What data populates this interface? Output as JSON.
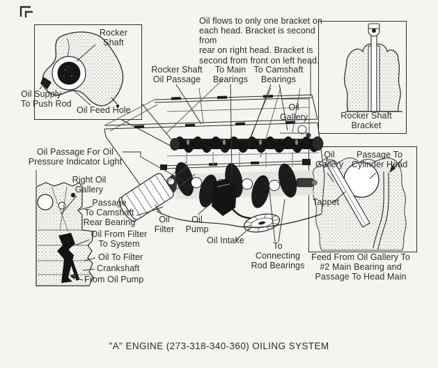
{
  "colors": {
    "paper": "#f4f4f1",
    "ink": "#2b2b2b"
  },
  "note": {
    "text": "Oil flows to only one bracket on\neach head. Bracket is second from\nrear on right head. Bracket is\nsecond from front on left head."
  },
  "labels": {
    "rocker_shaft": "Rocker\nShaft",
    "oil_supply": "Oil Supply\nTo Push Rod",
    "oil_feed_hole": "Oil Feed Hole",
    "rocker_shaft_oil_passage": "Rocker Shaft\nOil Passage",
    "to_main_bearings": "To Main\nBearings",
    "to_camshaft_bearings": "To Camshaft\nBearings",
    "oil_gallery_top": "Oil\nGallery",
    "rocker_shaft_bracket": "Rocker Shaft\nBracket",
    "oil_passage_indicator": "Oil Passage For Oil\nPressure Indicator Light",
    "right_oil_gallery": "Right Oil\nGallery",
    "passage_to_camshaft_rear_bearing": "Passage\nTo Camshaft\nRear Bearing",
    "oil_from_filter_to_system": "Oil From Filter\nTo System",
    "oil_to_filter": "Oil To Filter",
    "crankshaft": "Crankshaft",
    "from_oil_pump": "From Oil Pump",
    "oil_filter": "Oil\nFilter",
    "oil_pump": "Oil\nPump",
    "oil_intake": "Oil Intake",
    "to_connecting_rod_bearings": "To\nConnecting\nRod Bearings",
    "oil_gallery_inset": "Oil\nGallery",
    "passage_to_cylinder_head": "Passage To\nCylinder Head",
    "tappet": "Tappet",
    "feed_caption": "Feed From Oil Gallery To\n#2 Main Bearing and\nPassage To Head Main",
    "main_caption": "\"A\" ENGINE (273-318-340-360) OILING SYSTEM"
  }
}
